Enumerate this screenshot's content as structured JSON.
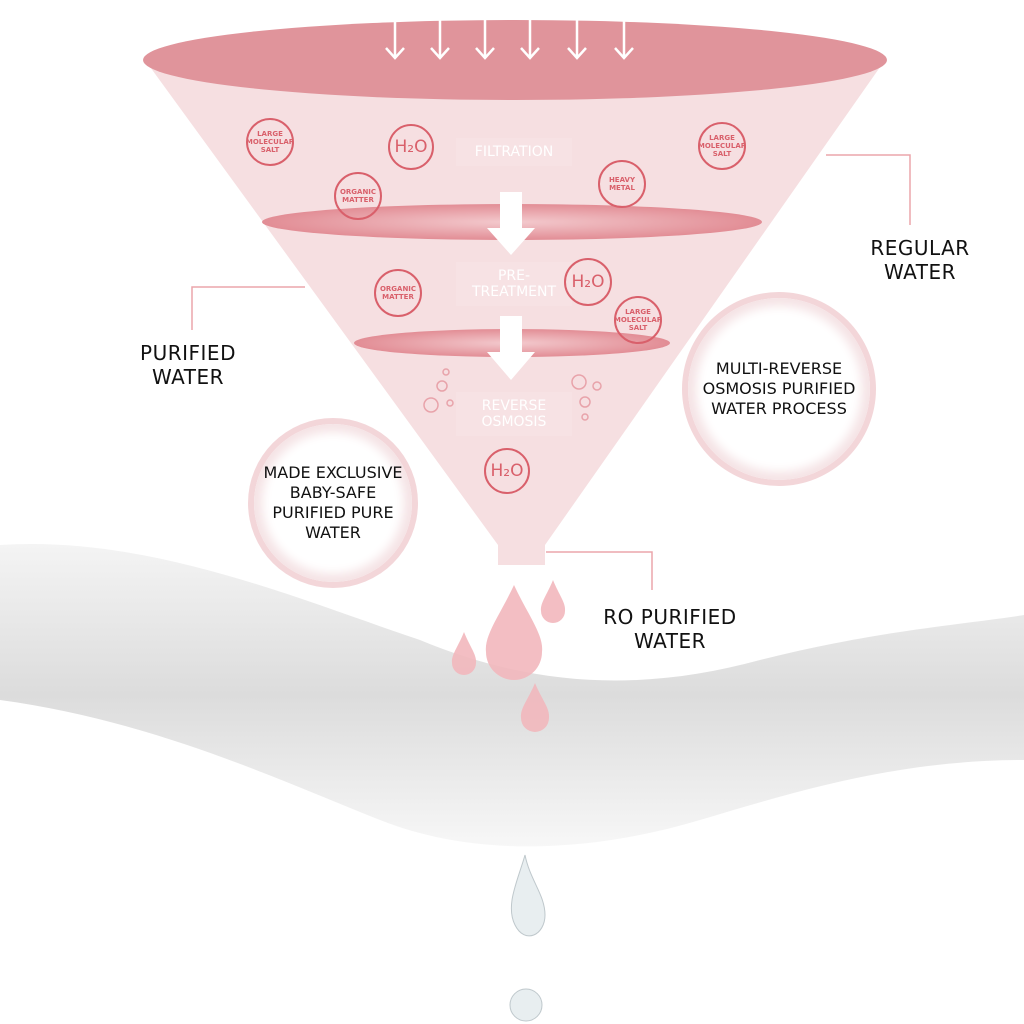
{
  "labels": {
    "regular_water": "REGULAR WATER",
    "purified_water": "PURIFIED WATER",
    "ro_purified_water": "RO PURIFIED WATER",
    "process": "MULTI-REVERSE OSMOSIS PURIFIED WATER PROCESS",
    "baby_safe": "MADE EXCLUSIVE BABY-SAFE PURIFIED PURE WATER"
  },
  "stages": [
    "FILTRATION",
    "PRE-TREATMENT",
    "REVERSE OSMOSIS"
  ],
  "molecules": {
    "large_salt": "LARGE MOLECULAR SALT",
    "organic": "ORGANIC MATTER",
    "heavy_metal": "HEAVY METAL",
    "h2o": "H₂O"
  },
  "colors": {
    "funnel": "#f6dfe1",
    "accent": "#e0949b",
    "text": "#111111"
  }
}
